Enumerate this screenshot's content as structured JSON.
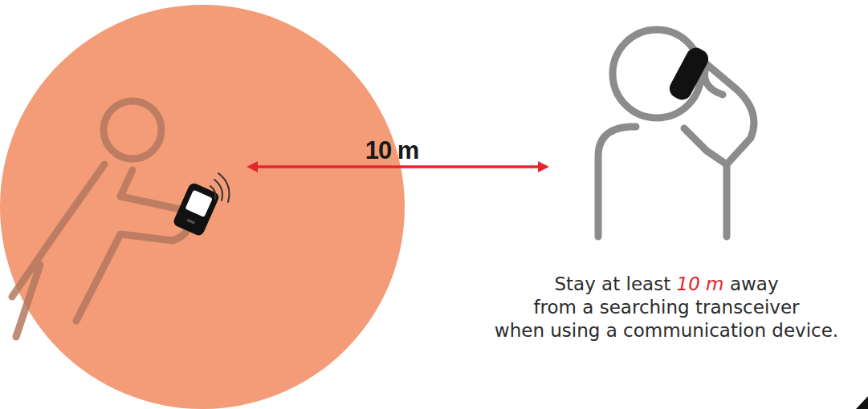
{
  "diagram": {
    "labels": [
      "10 m",
      "Stay at least",
      "10 m",
      "away",
      "from a searching transceiver",
      "when using a communication device."
    ]
  }
}
